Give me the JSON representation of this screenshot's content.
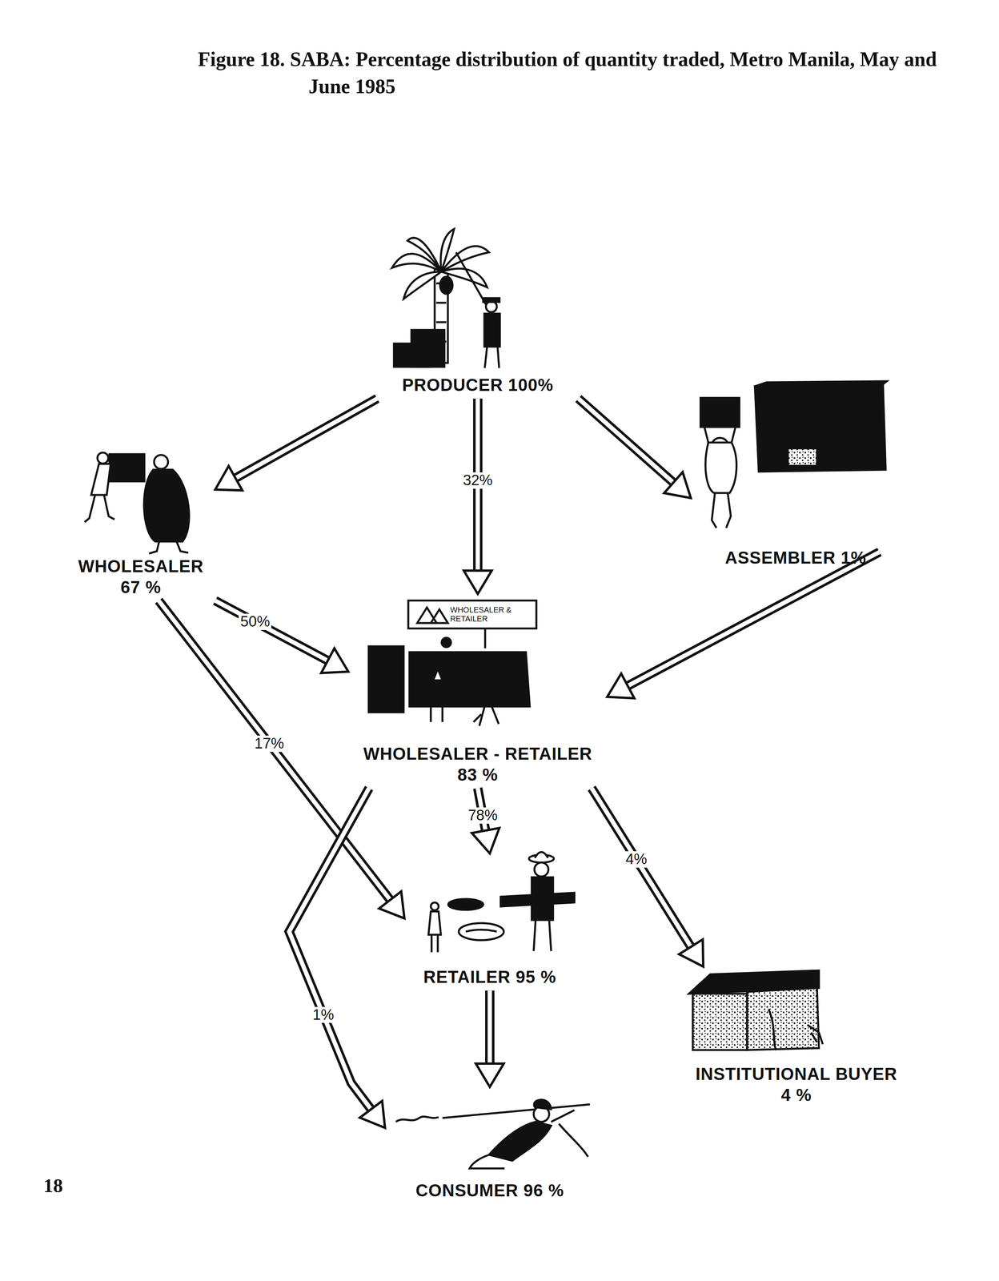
{
  "diagram": {
    "title": "Figure 18. SABA: Percentage distribution of quantity traded, Metro Manila, May and June 1985",
    "nodes": [
      {
        "text": [
          "PRODUCER 100%"
        ]
      },
      {
        "text": [
          "WHOLESALER 67 %"
        ]
      },
      {
        "text": [
          "ASSEMBLER 1%"
        ]
      },
      {
        "text": [
          "WHOLESALER - RETAILER 83 %"
        ]
      },
      {
        "text": [
          "RETAILER 95 %"
        ]
      },
      {
        "text": [
          "INSTITUTIONAL BUYER 4 %"
        ]
      },
      {
        "text": [
          "CONSUMER 96 %"
        ]
      }
    ],
    "edges": [
      {
        "from": 0,
        "to": 1,
        "arrow": "to"
      },
      {
        "from": 0,
        "to": 3,
        "label": "32%",
        "arrow": "to"
      },
      {
        "from": 0,
        "to": 2,
        "arrow": "to"
      },
      {
        "from": 1,
        "to": 3,
        "label": "50%",
        "arrow": "to"
      },
      {
        "from": 1,
        "to": 4,
        "label": "17%",
        "arrow": "to"
      },
      {
        "from": 2,
        "to": 3,
        "arrow": "to"
      },
      {
        "from": 3,
        "to": 4,
        "label": "78%",
        "arrow": "to"
      },
      {
        "from": 3,
        "to": 6,
        "label": "1%",
        "arrow": "to"
      },
      {
        "from": 3,
        "to": 5,
        "label": "4%",
        "arrow": "to"
      },
      {
        "from": 4,
        "to": 6,
        "arrow": "to"
      }
    ],
    "labels": [
      "WHOLESALER & RETAILER",
      "18"
    ]
  }
}
